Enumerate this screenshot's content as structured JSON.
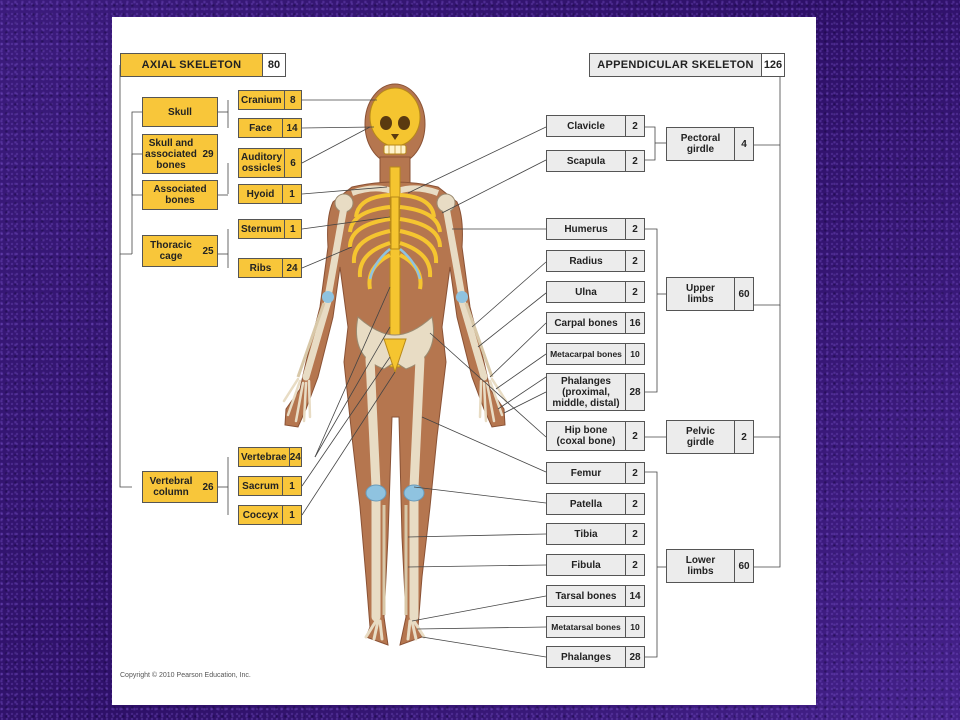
{
  "axial": {
    "header": {
      "label": "AXIAL SKELETON",
      "count": "80"
    },
    "groups": [
      {
        "key": "skull",
        "label": "Skull",
        "count": ""
      },
      {
        "key": "skull_assoc",
        "label": "Skull and\nassociated\nbones",
        "count": "29"
      },
      {
        "key": "assoc",
        "label": "Associated\nbones",
        "count": ""
      },
      {
        "key": "thoracic",
        "label": "Thoracic\ncage",
        "count": "25"
      },
      {
        "key": "vertebral",
        "label": "Vertebral\ncolumn",
        "count": "26"
      }
    ],
    "bones": [
      {
        "key": "cranium",
        "label": "Cranium",
        "count": "8"
      },
      {
        "key": "face",
        "label": "Face",
        "count": "14"
      },
      {
        "key": "auditory",
        "label": "Auditory\nossicles",
        "count": "6"
      },
      {
        "key": "hyoid",
        "label": "Hyoid",
        "count": "1"
      },
      {
        "key": "sternum",
        "label": "Sternum",
        "count": "1"
      },
      {
        "key": "ribs",
        "label": "Ribs",
        "count": "24"
      },
      {
        "key": "vertebrae",
        "label": "Vertebrae",
        "count": "24"
      },
      {
        "key": "sacrum",
        "label": "Sacrum",
        "count": "1"
      },
      {
        "key": "coccyx",
        "label": "Coccyx",
        "count": "1"
      }
    ]
  },
  "appendicular": {
    "header": {
      "label": "APPENDICULAR SKELETON",
      "count": "126"
    },
    "bones": [
      {
        "key": "clavicle",
        "label": "Clavicle",
        "count": "2"
      },
      {
        "key": "scapula",
        "label": "Scapula",
        "count": "2"
      },
      {
        "key": "humerus",
        "label": "Humerus",
        "count": "2"
      },
      {
        "key": "radius",
        "label": "Radius",
        "count": "2"
      },
      {
        "key": "ulna",
        "label": "Ulna",
        "count": "2"
      },
      {
        "key": "carpal",
        "label": "Carpal bones",
        "count": "16"
      },
      {
        "key": "metacarpal",
        "label": "Metacarpal bones",
        "count": "10"
      },
      {
        "key": "phalanges_hand",
        "label": "Phalanges\n(proximal,\nmiddle, distal)",
        "count": "28"
      },
      {
        "key": "hip",
        "label": "Hip bone\n(coxal bone)",
        "count": "2"
      },
      {
        "key": "femur",
        "label": "Femur",
        "count": "2"
      },
      {
        "key": "patella",
        "label": "Patella",
        "count": "2"
      },
      {
        "key": "tibia",
        "label": "Tibia",
        "count": "2"
      },
      {
        "key": "fibula",
        "label": "Fibula",
        "count": "2"
      },
      {
        "key": "tarsal",
        "label": "Tarsal bones",
        "count": "14"
      },
      {
        "key": "metatarsal",
        "label": "Metatarsal bones",
        "count": "10"
      },
      {
        "key": "phalanges_foot",
        "label": "Phalanges",
        "count": "28"
      }
    ],
    "groups": [
      {
        "key": "pectoral",
        "label": "Pectoral\ngirdle",
        "count": "4"
      },
      {
        "key": "upper",
        "label": "Upper\nlimbs",
        "count": "60"
      },
      {
        "key": "pelvic",
        "label": "Pelvic\ngirdle",
        "count": "2"
      },
      {
        "key": "lower",
        "label": "Lower\nlimbs",
        "count": "60"
      }
    ]
  },
  "copyright": "Copyright © 2010 Pearson Education, Inc.",
  "colors": {
    "axial_box": "#f8c63a",
    "appendicular_box": "#ececec",
    "skin": "#b5764f",
    "bone": "#e8dcc4",
    "axial_bone": "#f5c530",
    "cartilage": "#8fc3e0",
    "background": "#3a1a78"
  }
}
